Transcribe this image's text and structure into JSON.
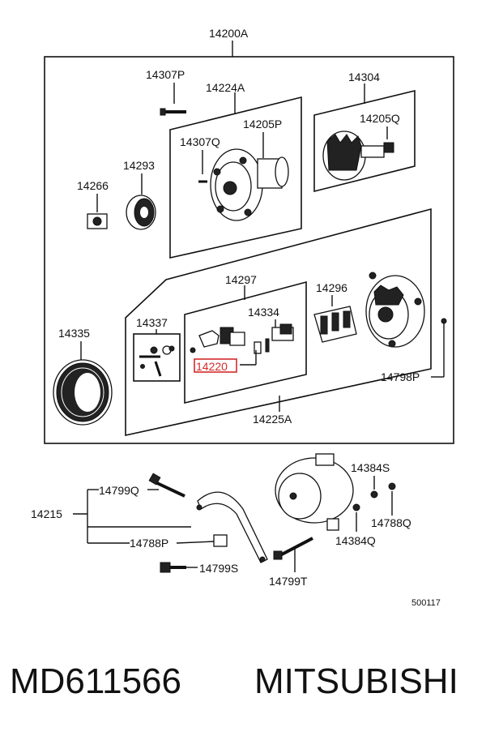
{
  "labels": {
    "assembly": "14200A",
    "bolt_top": "14307P",
    "front_bracket_assy": "14224A",
    "rotor_assy": "14304",
    "bolt_small": "14307Q",
    "front_part": "14205P",
    "rotor_part": "14205Q",
    "cover": "14266",
    "pulley": "14293",
    "brush_set": "14297",
    "regulator": "14296",
    "stator": "14335",
    "terminal_kit": "14337",
    "brush": "14334",
    "brush_holder": "14220",
    "screw": "14798P",
    "rear_bracket_assy": "14225A",
    "bracket_set": "14215",
    "bolt_a": "14799Q",
    "bushing": "14788P",
    "bolt_b": "14799S",
    "long_bolt": "14799T",
    "nut_s": "14384S",
    "washer": "14788Q",
    "nut_q": "14384Q",
    "diagram_code": "500117"
  },
  "footer": {
    "part_number": "MD611566",
    "brand": "MITSUBISHI"
  },
  "highlight_color": "#d42a2a"
}
